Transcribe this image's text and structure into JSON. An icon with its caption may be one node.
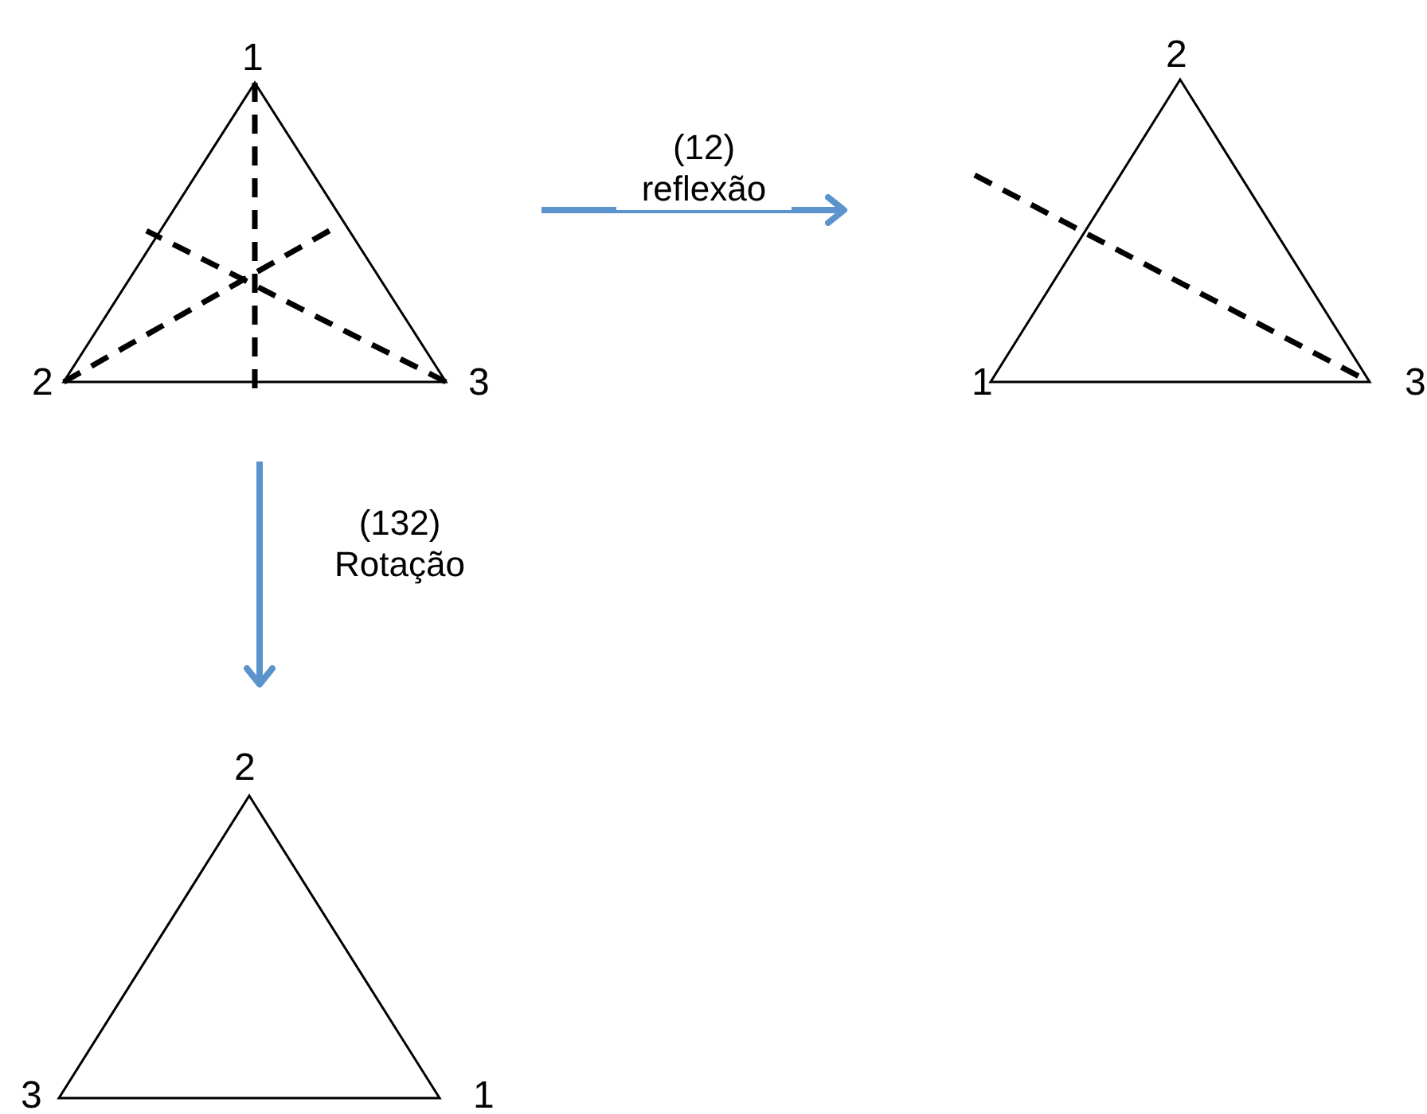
{
  "diagram": {
    "nodes": [
      {
        "text": [],
        "shape": "triangle",
        "beside": [
          "1",
          "2",
          "3"
        ]
      },
      {
        "text": [],
        "shape": "triangle",
        "beside": [
          "2",
          "1",
          "3"
        ]
      },
      {
        "text": [],
        "shape": "triangle",
        "beside": [
          "2",
          "3",
          "1"
        ]
      }
    ],
    "edges": [
      {
        "from": 0,
        "to": 1,
        "arrow": "to",
        "label": "(12) reflexão"
      },
      {
        "from": 0,
        "to": 2,
        "arrow": "to",
        "label": "(132) Rotação"
      }
    ]
  }
}
